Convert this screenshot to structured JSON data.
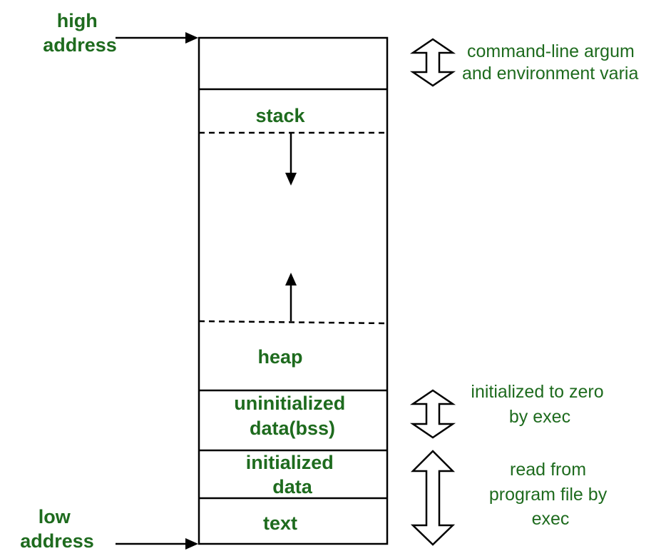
{
  "labels": {
    "high_address": [
      "high",
      "address"
    ],
    "low_address": [
      "low",
      "address"
    ]
  },
  "segments": {
    "stack": "stack",
    "heap": "heap",
    "bss": [
      "uninitialized",
      "data(bss)"
    ],
    "initialized": [
      "initialized",
      "data"
    ],
    "text": "text"
  },
  "notes": {
    "args": [
      "command-line argum",
      "and environment varia"
    ],
    "bss": [
      "initialized to zero",
      "by exec"
    ],
    "program": [
      "read from",
      "program file by",
      "exec"
    ]
  },
  "colors": {
    "label_green": "#1e6b1e"
  }
}
